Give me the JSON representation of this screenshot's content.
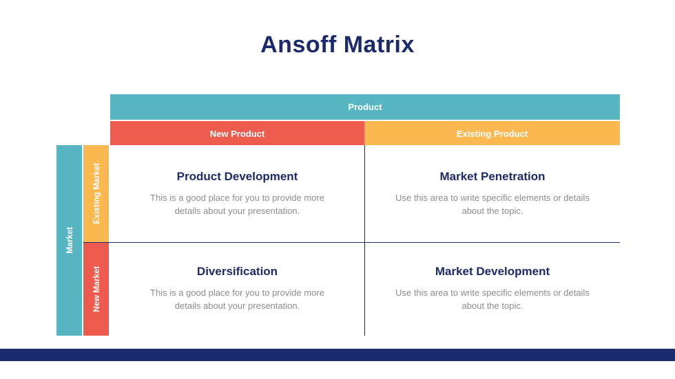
{
  "title": "Ansoff Matrix",
  "colors": {
    "teal": "#57B6C2",
    "red": "#EC5B4E",
    "orange": "#FBB851",
    "navy": "#1B2A6B",
    "body": "#8C8C8C"
  },
  "matrix": {
    "product_axis": "Product",
    "market_axis": "Market",
    "columns": [
      {
        "label": "New Product"
      },
      {
        "label": "Existing Product"
      }
    ],
    "rows": [
      {
        "label": "Existing Market"
      },
      {
        "label": "New Market"
      }
    ],
    "cells": [
      {
        "title": "Product Development",
        "body": "This is a good place for you to provide more details about your presentation."
      },
      {
        "title": "Market Penetration",
        "body": "Use this area to write specific elements or details about the topic."
      },
      {
        "title": "Diversification",
        "body": "This is a good place for you to provide more details about your presentation."
      },
      {
        "title": "Market Development",
        "body": "Use this area to write specific elements or details about the topic."
      }
    ]
  }
}
